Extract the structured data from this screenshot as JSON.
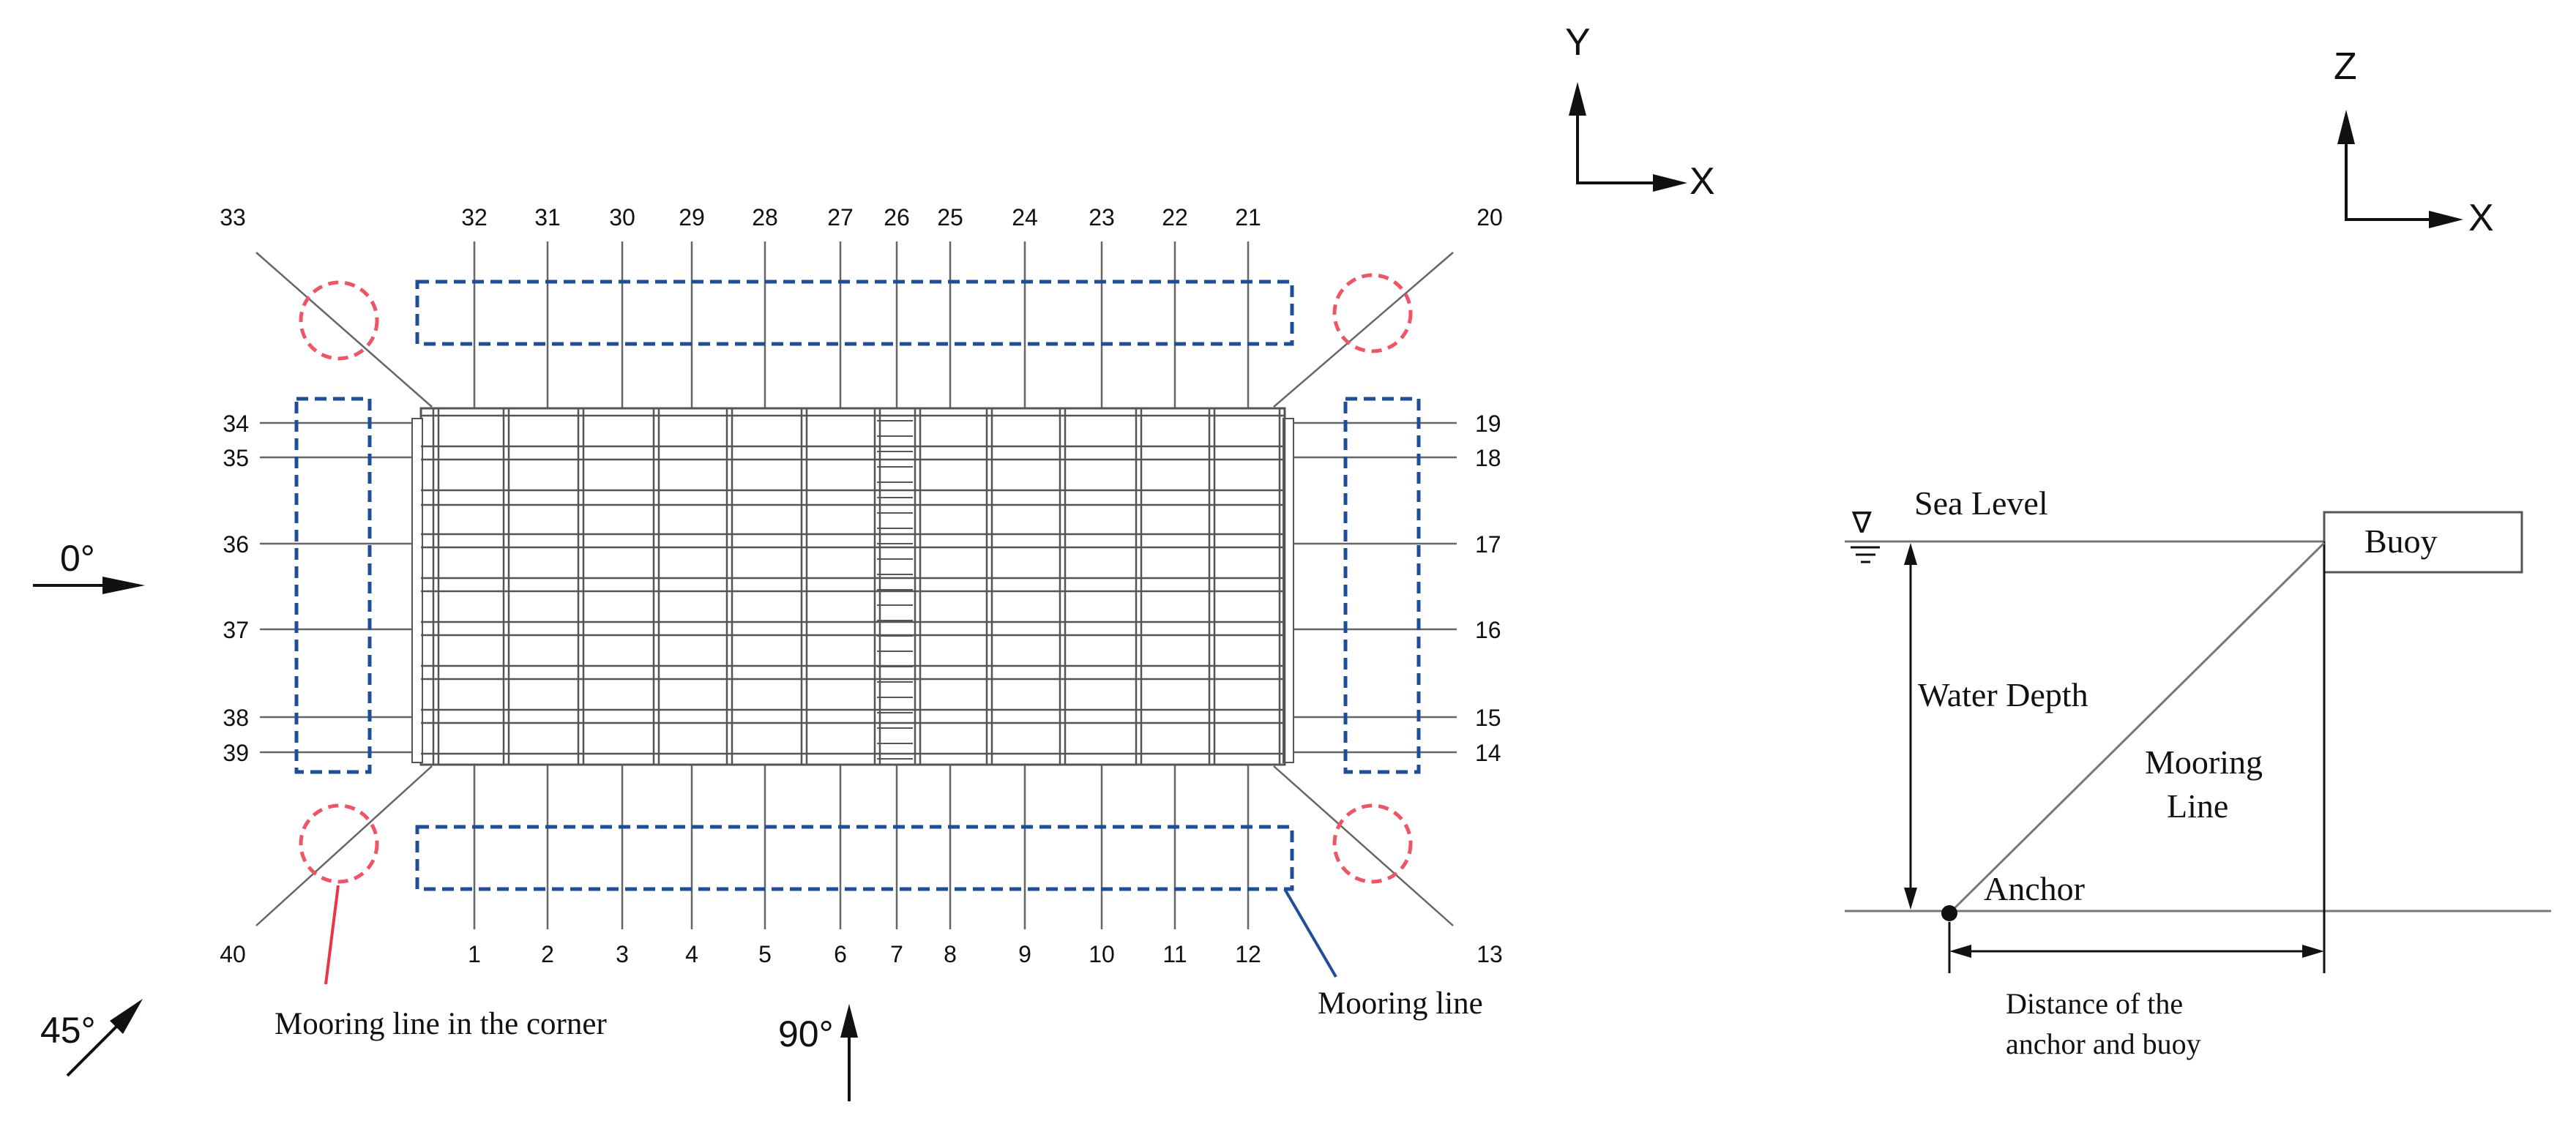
{
  "mooring_line_numbers": {
    "bottom": [
      "1",
      "2",
      "3",
      "4",
      "5",
      "6",
      "7",
      "8",
      "9",
      "10",
      "11",
      "12"
    ],
    "right_corner_bottom": "13",
    "right": [
      "14",
      "15",
      "16",
      "17",
      "18",
      "19"
    ],
    "right_corner_top": "20",
    "top": [
      "21",
      "22",
      "23",
      "24",
      "25",
      "26",
      "27",
      "28",
      "29",
      "30",
      "31",
      "32"
    ],
    "left_corner_top": "33",
    "left": [
      "34",
      "35",
      "36",
      "37",
      "38",
      "39"
    ],
    "left_corner_bottom": "40"
  },
  "wave_directions": {
    "dir_0": "0°",
    "dir_45": "45°",
    "dir_90": "90°"
  },
  "legend": {
    "corner_label": "Mooring line in the corner",
    "side_label": "Mooring line"
  },
  "plan_axes": {
    "vertical": "Y",
    "horizontal": "X"
  },
  "elevation_axes": {
    "vertical": "Z",
    "horizontal": "X"
  },
  "elevation": {
    "sea_level": "Sea Level",
    "water_symbol": "∇",
    "buoy": "Buoy",
    "water_depth": "Water Depth",
    "mooring_line_1": "Mooring",
    "mooring_line_2": "Line",
    "anchor": "Anchor",
    "distance_1": "Distance of the",
    "distance_2": "anchor and buoy"
  },
  "colors": {
    "line": "#444444",
    "structure": "#555555",
    "dashed_box": "#1f4e99",
    "corner_circle": "#ee5566",
    "leader_red": "#ee3344",
    "leader_blue": "#1f4e99",
    "text": "#111111"
  }
}
